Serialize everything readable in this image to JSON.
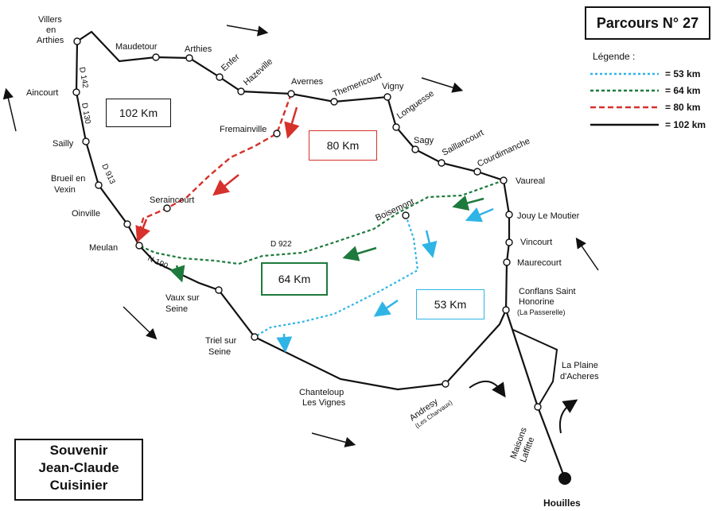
{
  "title": "Parcours N° 27",
  "legend": {
    "heading": "Légende :",
    "items": [
      {
        "label": "= 53 km",
        "color": "#2fb4e6",
        "dash": "3,3"
      },
      {
        "label": "= 64 km",
        "color": "#1e7a3c",
        "dash": "4,3"
      },
      {
        "label": "= 80 km",
        "color": "#d6312b",
        "dash": "7,4"
      },
      {
        "label": "= 102 km",
        "color": "#111111",
        "dash": ""
      }
    ]
  },
  "souvenir": {
    "line1": "Souvenir",
    "line2": "Jean-Claude",
    "line3": "Cuisinier"
  },
  "distance_boxes": {
    "b102": "102 Km",
    "b80": "80 Km",
    "b64": "64 Km",
    "b53": "53 Km"
  },
  "roads": {
    "d142": "D 142",
    "d130": "D 130",
    "d913": "D 913",
    "d922": "D 922",
    "n190": "N 190"
  },
  "places": {
    "villers": [
      "Villers",
      "en",
      "Arthies"
    ],
    "maudetour": "Maudetour",
    "arthies": "Arthies",
    "enfer": "Enfer",
    "hazeville": "Hazeville",
    "avernes": "Avernes",
    "themericourt": "Themericourt",
    "vigny": "Vigny",
    "longuesse": "Longuesse",
    "sagy": "Sagy",
    "saillancourt": "Saillancourt",
    "courdimanche": "Courdimanche",
    "vaureal": "Vaureal",
    "jouy": "Jouy Le Moutier",
    "vincourt": "Vincourt",
    "maurecourt": "Maurecourt",
    "conflans": [
      "Conflans Saint",
      "Honorine",
      "(La Passerelle)"
    ],
    "plaine": [
      "La Plaine",
      "d'Acheres"
    ],
    "maisons": [
      "Maisons",
      "Laffitte"
    ],
    "houilles": "Houilles",
    "andresy": [
      "Andresy",
      "(Les Charvaux)"
    ],
    "chanteloup": [
      "Chanteloup",
      "Les Vignes"
    ],
    "triel": [
      "Triel sur",
      "Seine"
    ],
    "vaux": [
      "Vaux sur",
      "Seine"
    ],
    "meulan": "Meulan",
    "oinville": "Oinville",
    "seraincourt": "Seraincourt",
    "brueil": [
      "Brueil en",
      "Vexin"
    ],
    "sailly": "Sailly",
    "aincourt": "Aincourt",
    "fremainville": "Fremainville",
    "boisemont": "Boisemont"
  }
}
